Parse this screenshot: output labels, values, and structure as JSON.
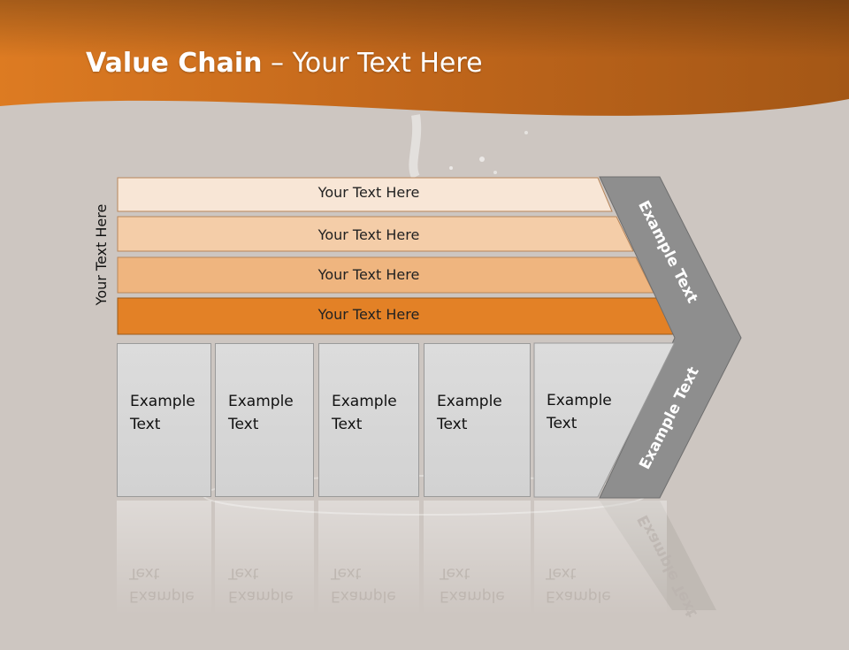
{
  "title": {
    "bold": "Value Chain",
    "rest": " – Your Text Here"
  },
  "side_label": "Your Text Here",
  "bars": [
    "Your Text Here",
    "Your Text Here",
    "Your Text Here",
    "Your Text Here"
  ],
  "boxes": [
    {
      "line1": "Example",
      "line2": "Text"
    },
    {
      "line1": "Example",
      "line2": "Text"
    },
    {
      "line1": "Example",
      "line2": "Text"
    },
    {
      "line1": "Example",
      "line2": "Text"
    },
    {
      "line1": "Example",
      "line2": "Text"
    }
  ],
  "chevron": {
    "upper": "Example Text",
    "lower": "Example Text"
  },
  "colors": {
    "header_orange": "#d8751f",
    "bar_1": "#f8e6d6",
    "bar_2": "#f4cda8",
    "bar_3": "#efb57f",
    "bar_4": "#e38126",
    "chevron_gray": "#8e8e8e",
    "background": "#cdc6c1"
  }
}
